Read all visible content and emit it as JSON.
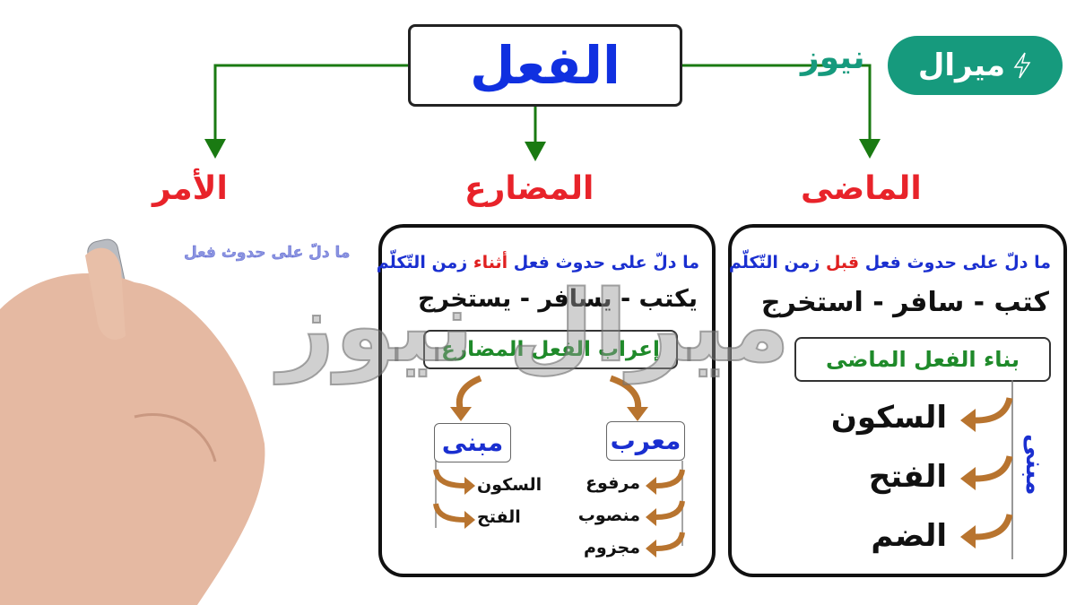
{
  "title": "الفعل",
  "logo": {
    "brand": "ميرال",
    "suffix": "نيوز",
    "icon": "lightning-icon",
    "color": "#169a7d"
  },
  "watermark": "ميرال نيوز",
  "branches": {
    "amr": {
      "heading": "الأمر",
      "definition_partial": "ما دلّ على حدوث فعل"
    },
    "mudari": {
      "heading": "المضارع",
      "definition": {
        "before": "ما دلّ على حدوث فعل ",
        "highlight": "أثناء",
        "after": " زمن التّكلّم"
      },
      "examples": "يكتب - يسافر - يستخرج",
      "subheading": "إعراب الفعل المضارع",
      "mabni": {
        "label": "مبنى",
        "items": [
          "السكون",
          "الفتح"
        ]
      },
      "muarab": {
        "label": "معرب",
        "items": [
          "مرفوع",
          "منصوب",
          "مجزوم"
        ]
      }
    },
    "madi": {
      "heading": "الماضى",
      "definition": {
        "before": "ما دلّ على حدوث فعل ",
        "highlight": "قبل",
        "after": " زمن التّكلّم"
      },
      "examples": "كتب - سافر - استخرج",
      "subheading": "بناء الفعل الماضى",
      "side_label": "مبنى",
      "items": [
        "السكون",
        "الفتح",
        "الضم"
      ]
    }
  },
  "colors": {
    "title": "#1030e0",
    "heading": "#e8232a",
    "connector": "#1a7a12",
    "subheading": "#1f8a2a",
    "arrow": "#b8742f",
    "definition": "#1a2fd0"
  }
}
